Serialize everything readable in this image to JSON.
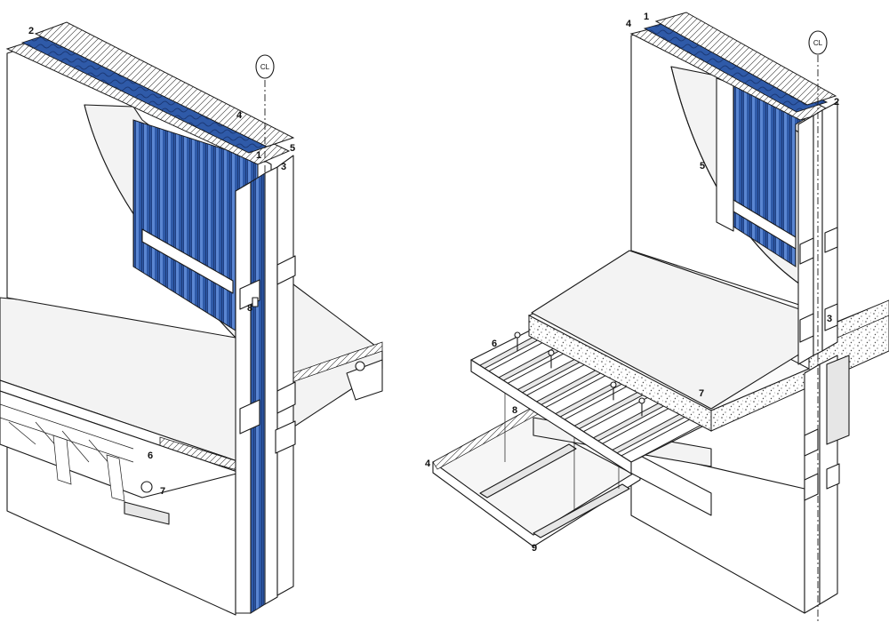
{
  "colors": {
    "accent_blue": "#2f5aa8",
    "accent_blue_light": "#5a86d2",
    "accent_blue_dark": "#1c3a78",
    "line": "#1a1a1a",
    "paper": "#ffffff"
  },
  "left_detail": {
    "centerline_label": "CL",
    "callouts": [
      "1",
      "2",
      "3",
      "4",
      "5",
      "6",
      "7",
      "8"
    ]
  },
  "right_detail": {
    "centerline_label": "CL",
    "callouts": [
      "1",
      "2",
      "3",
      "4",
      "5",
      "6",
      "7",
      "8",
      "9"
    ]
  }
}
